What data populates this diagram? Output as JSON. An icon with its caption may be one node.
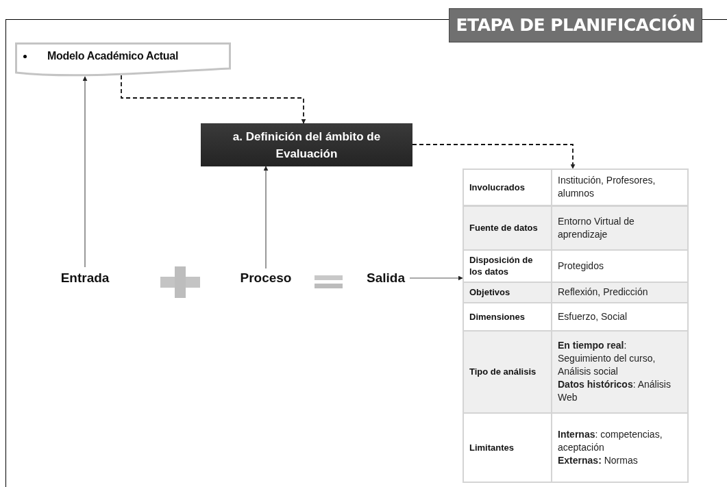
{
  "diagram": {
    "title": "ETAPA DE PLANIFICACIÓN",
    "nodes": [
      {
        "text": [
          "Modelo Académico Actual"
        ]
      },
      {
        "text": [
          "a. Definición del ámbito de Evaluación"
        ]
      },
      {
        "text": [],
        "shape": "box"
      },
      {
        "text": [
          "Involucrados",
          "Institución, Profesores, alumnos"
        ],
        "in": 2
      },
      {
        "text": [
          "Fuente de datos",
          "Entorno Virtual de aprendizaje"
        ],
        "in": 2
      },
      {
        "text": [
          "Disposición de los datos",
          "Protegidos"
        ],
        "in": 2
      },
      {
        "text": [
          "Objetivos",
          "Reflexión, Predicción"
        ],
        "in": 2
      },
      {
        "text": [
          "Dimensiones",
          "Esfuerzo, Social"
        ],
        "in": 2
      },
      {
        "text": [
          "Tipo de análisis",
          "**En tiempo real**: Seguimiento del curso, Análisis social",
          "**Datos históricos**: Análisis Web"
        ],
        "in": 2
      },
      {
        "text": [
          "Limitantes",
          "**Internas**: competencias, aceptación",
          "**Externas:** Normas"
        ],
        "in": 2
      },
      {
        "text": [
          "Entrada"
        ]
      },
      {
        "text": [
          "Proceso"
        ]
      },
      {
        "text": [
          "Salida"
        ]
      }
    ],
    "edges": [
      {
        "from": 0,
        "to": 1,
        "arrow": "to",
        "style": "dashed"
      },
      {
        "from": 1,
        "to": 2,
        "arrow": "to",
        "style": "dashed"
      },
      {
        "from": 10,
        "to": 0,
        "arrow": "to"
      },
      {
        "from": 11,
        "to": 1,
        "arrow": "to"
      },
      {
        "from": 12,
        "to": 2,
        "arrow": "to"
      }
    ]
  }
}
